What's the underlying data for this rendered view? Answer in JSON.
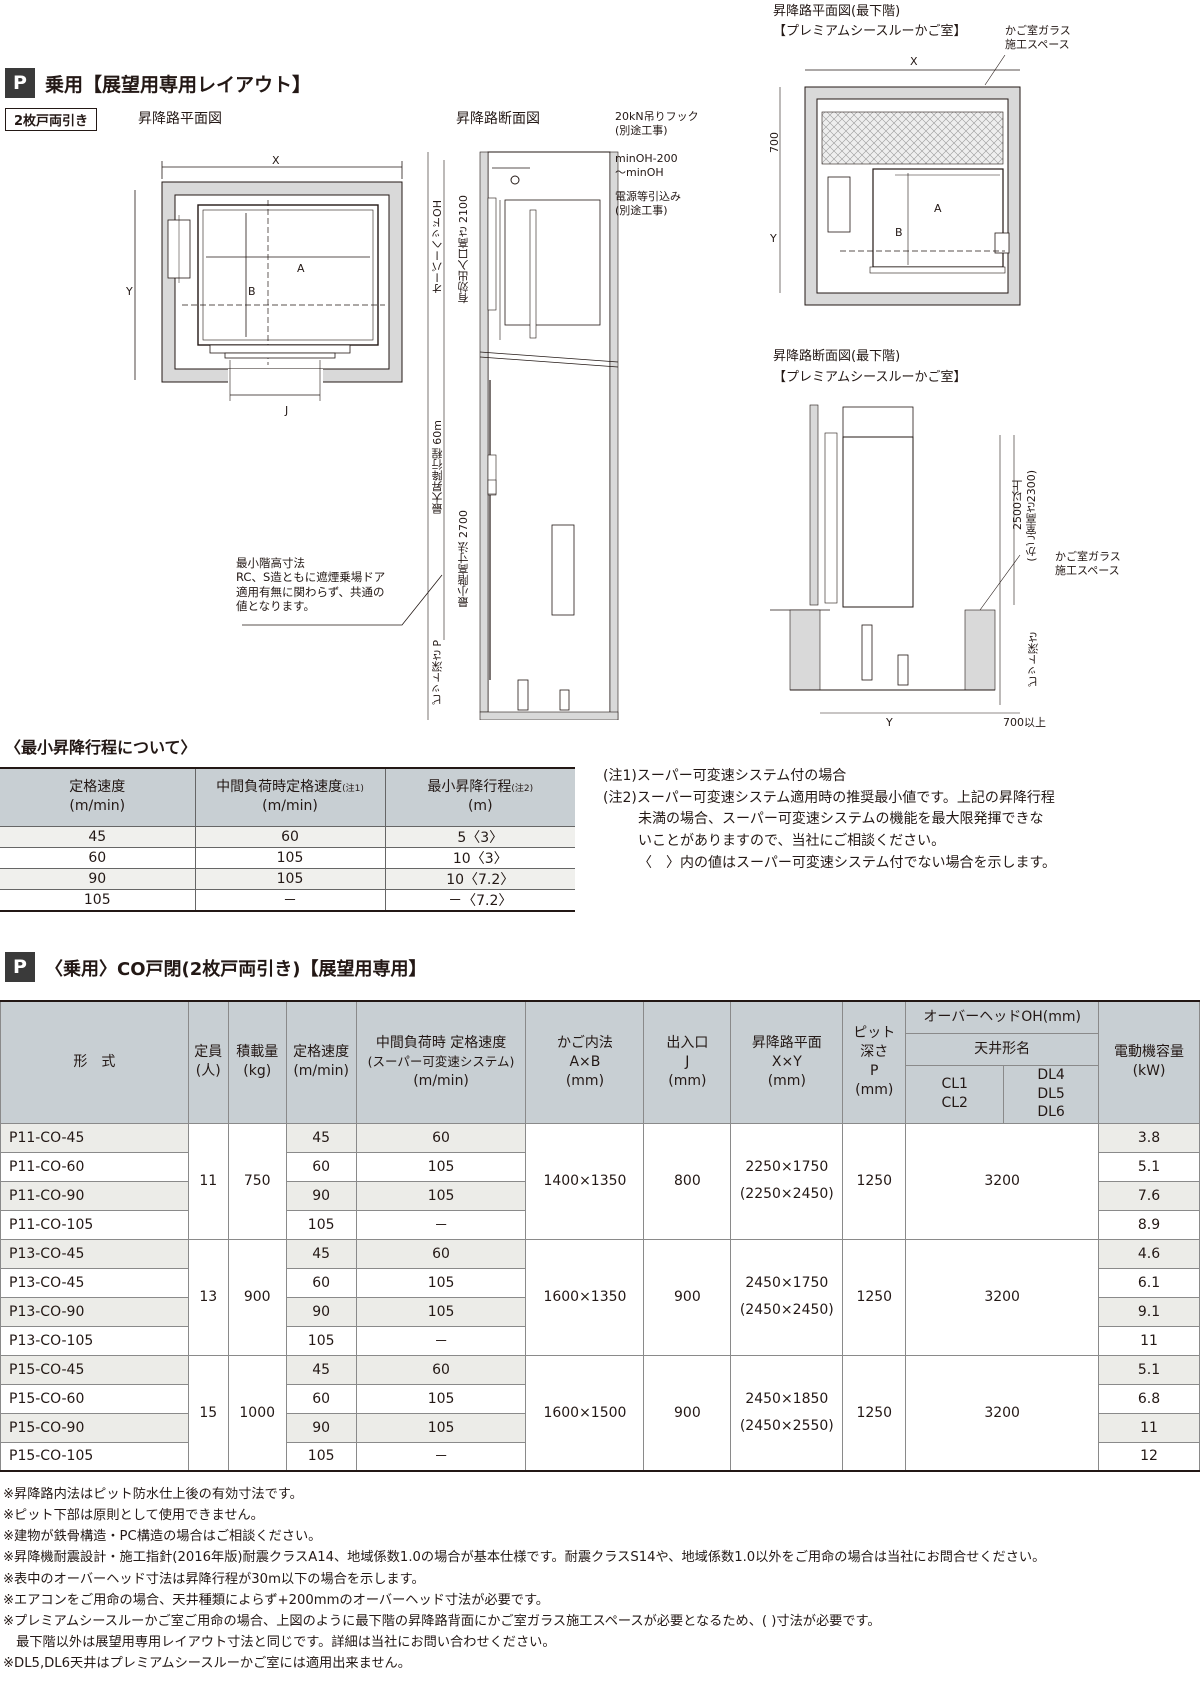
{
  "section1": {
    "badge": "P",
    "title": "乗用【展望用専用レイアウト】",
    "door_label": "2枚戸両引き",
    "plan_title": "昇降路平面図",
    "section_title": "昇降路断面図",
    "plan": {
      "X": "X",
      "Y": "Y",
      "A": "A",
      "B": "B",
      "J": "J"
    },
    "section": {
      "hook": "20kN吊りフック",
      "hook_sub": "(別途工事)",
      "oh_range1": "minOH-200",
      "oh_range2": "～minOH",
      "power": "電源等引込み",
      "power_sub": "(別途工事)",
      "overhead": "オーバーヘッドOH",
      "entrance_h": "有効出入口高さ 2100",
      "max_travel": "最大昇降行程 60m",
      "min_floor": "最小階高寸法 2700",
      "pit": "ピット深さ P",
      "note_lines": [
        "最小階高寸法",
        "RC、S造ともに遮煙乗場ドア",
        "適用有無に関わらず、共通の",
        "値となります。"
      ]
    },
    "premium_plan": {
      "title1": "昇降路平面図(最下階)",
      "title2": "【プレミアムシースルーかご室】",
      "glass1": "かご室ガラス",
      "glass2": "施工スペース",
      "X": "X",
      "Y": "Y",
      "A": "A",
      "B": "B",
      "dim700": "700"
    },
    "premium_section": {
      "title1": "昇降路断面図(最下階)",
      "title2": "【プレミアムシースルーかご室】",
      "h1": "2500以上",
      "h2": "(かご室高さ2300)",
      "glass1": "かご室ガラス",
      "glass2": "施工スペース",
      "pit": "ピット深さ",
      "Y": "Y",
      "dim700": "700以上"
    }
  },
  "min_travel": {
    "title": "〈最小昇降行程について〉",
    "headers": [
      {
        "l1": "定格速度",
        "l2": "(m/min)"
      },
      {
        "l1": "中間負荷時定格速度",
        "sup": "(注1)",
        "l2": "(m/min)"
      },
      {
        "l1": "最小昇降行程",
        "sup": "(注2)",
        "l2": "(m)"
      }
    ],
    "rows": [
      [
        "45",
        "60",
        "5〈3〉"
      ],
      [
        "60",
        "105",
        "10〈3〉"
      ],
      [
        "90",
        "105",
        "10〈7.2〉"
      ],
      [
        "105",
        "－",
        "－〈7.2〉"
      ]
    ],
    "notes": [
      "(注1)スーパー可変速システム付の場合",
      "(注2)スーパー可変速システム適用時の推奨最小値です。上記の昇降行程",
      "未満の場合、スーパー可変速システムの機能を最大限発揮できな",
      "いことがありますので、当社にご相談ください。",
      "〈　〉内の値はスーパー可変速システム付でない場合を示します。"
    ]
  },
  "section2": {
    "badge": "P",
    "title": "〈乗用〉CO戸閉(2枚戸両引き)【展望用専用】"
  },
  "spec_table": {
    "headers": {
      "model": "形　式",
      "capacity": "定員\n(人)",
      "load": "積載量\n(kg)",
      "speed": "定格速度\n(m/min)",
      "mid": "中間負荷時 定格速度",
      "mid_sub": "(スーパー可変速システム)",
      "mid_unit": "(m/min)",
      "car": "かご内法\nA×B\n(mm)",
      "entrance": "出入口\nJ\n(mm)",
      "hoistway": "昇降路平面\nX×Y\n(mm)",
      "pit": "ピット\n深さ\nP\n(mm)",
      "oh": "オーバーヘッドOH(mm)",
      "ceiling": "天井形名",
      "cl": "CL1\nCL2",
      "dl": "DL4\nDL5\nDL6",
      "motor": "電動機容量\n(kW)"
    },
    "groups": [
      {
        "capacity": "11",
        "load": "750",
        "car": "1400×1350",
        "entrance": "800",
        "hoistway1": "2250×1750",
        "hoistway2": "(2250×2450)",
        "pit": "1250",
        "oh": "3200",
        "rows": [
          {
            "model": "P11-CO-45",
            "speed": "45",
            "mid": "60",
            "kw": "3.8"
          },
          {
            "model": "P11-CO-60",
            "speed": "60",
            "mid": "105",
            "kw": "5.1"
          },
          {
            "model": "P11-CO-90",
            "speed": "90",
            "mid": "105",
            "kw": "7.6"
          },
          {
            "model": "P11-CO-105",
            "speed": "105",
            "mid": "－",
            "kw": "8.9"
          }
        ]
      },
      {
        "capacity": "13",
        "load": "900",
        "car": "1600×1350",
        "entrance": "900",
        "hoistway1": "2450×1750",
        "hoistway2": "(2450×2450)",
        "pit": "1250",
        "oh": "3200",
        "rows": [
          {
            "model": "P13-CO-45",
            "speed": "45",
            "mid": "60",
            "kw": "4.6"
          },
          {
            "model": "P13-CO-45",
            "speed": "60",
            "mid": "105",
            "kw": "6.1"
          },
          {
            "model": "P13-CO-90",
            "speed": "90",
            "mid": "105",
            "kw": "9.1"
          },
          {
            "model": "P13-CO-105",
            "speed": "105",
            "mid": "－",
            "kw": "11"
          }
        ]
      },
      {
        "capacity": "15",
        "load": "1000",
        "car": "1600×1500",
        "entrance": "900",
        "hoistway1": "2450×1850",
        "hoistway2": "(2450×2550)",
        "pit": "1250",
        "oh": "3200",
        "rows": [
          {
            "model": "P15-CO-45",
            "speed": "45",
            "mid": "60",
            "kw": "5.1"
          },
          {
            "model": "P15-CO-60",
            "speed": "60",
            "mid": "105",
            "kw": "6.8"
          },
          {
            "model": "P15-CO-90",
            "speed": "90",
            "mid": "105",
            "kw": "11"
          },
          {
            "model": "P15-CO-105",
            "speed": "105",
            "mid": "－",
            "kw": "12"
          }
        ]
      }
    ]
  },
  "footnotes": [
    "※昇降路内法はピット防水仕上後の有効寸法です。",
    "※ピット下部は原則として使用できません。",
    "※建物が鉄骨構造・PC構造の場合はご相談ください。",
    "※昇降機耐震設計・施工指針(2016年版)耐震クラスA14、地域係数1.0の場合が基本仕様です。耐震クラスS14や、地域係数1.0以外をご用命の場合は当社にお問合せください。",
    "※表中のオーバーヘッド寸法は昇降行程が30m以下の場合を示します。",
    "※エアコンをご用命の場合、天井種類によらず+200mmのオーバーヘッド寸法が必要です。",
    "※プレミアムシースルーかご室ご用命の場合、上図のように最下階の昇降路背面にかご室ガラス施工スペースが必要となるため、( )寸法が必要です。",
    "　最下階以外は展望用専用レイアウト寸法と同じです。詳細は当社にお問い合わせください。",
    "※DL5,DL6天井はプレミアムシースルーかご室には適用出来ません。"
  ]
}
